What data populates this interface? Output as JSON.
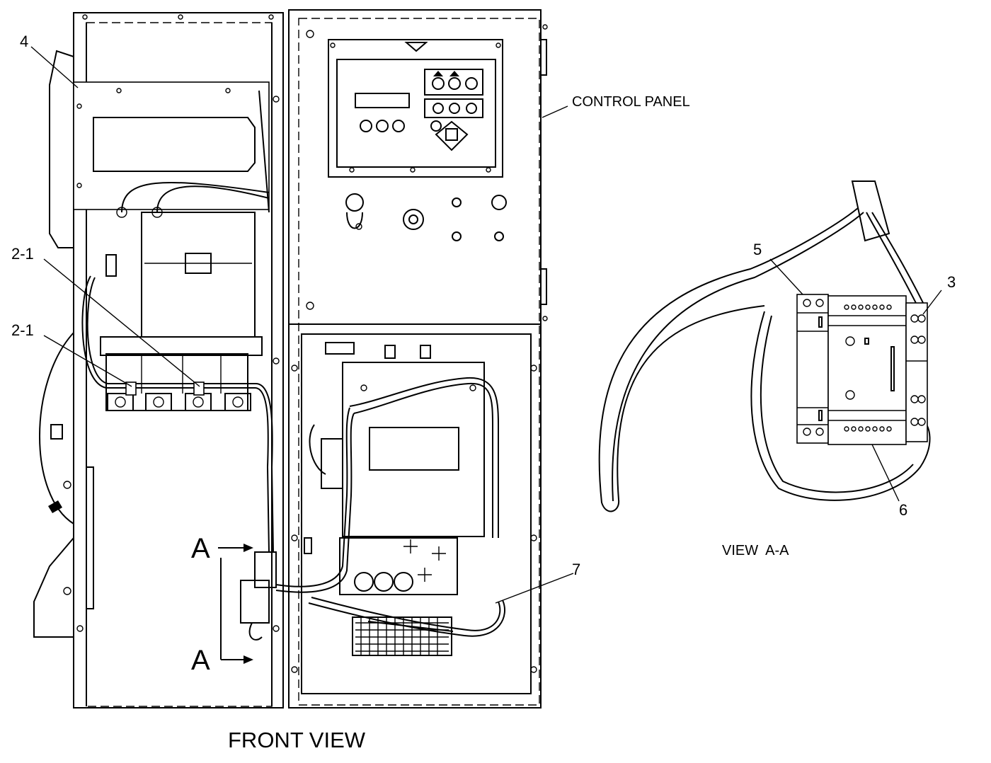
{
  "callouts": {
    "item_4": "4",
    "item_2_1_upper": "2-1",
    "item_2_1_lower": "2-1",
    "item_5": "5",
    "item_3": "3",
    "item_6": "6",
    "item_7": "7"
  },
  "labels": {
    "control_panel": "CONTROL PANEL",
    "section_a_top": "A",
    "section_a_bottom": "A",
    "front_view": "FRONT VIEW",
    "view_a_a": "VIEW  A-A"
  }
}
